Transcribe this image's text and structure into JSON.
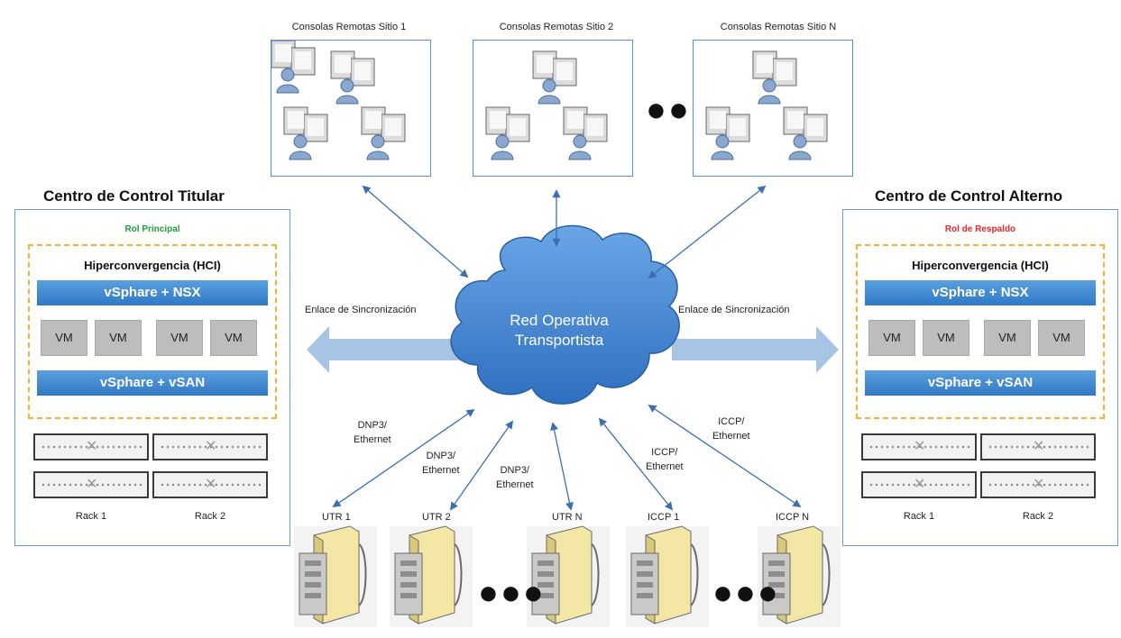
{
  "remote_sites": [
    {
      "label": "Consolas Remotas Sitio 1"
    },
    {
      "label": "Consolas Remotas Sitio 2"
    },
    {
      "label": "Consolas Remotas Sitio N"
    }
  ],
  "cloud": {
    "line1": "Red Operativa",
    "line2": "Transportista"
  },
  "sync_link_label": "Enlace de Sincronización",
  "primary": {
    "title": "Centro de Control Titular",
    "role": "Rol Principal",
    "role_color": "#1e9e3a",
    "hci_title": "Hiperconvergencia (HCI)",
    "top_bar": "vSphare + NSX",
    "vms": [
      "VM",
      "VM",
      "VM",
      "VM"
    ],
    "bottom_bar": "vSphare + vSAN",
    "racks": [
      "Rack 1",
      "Rack 2"
    ]
  },
  "backup": {
    "title": "Centro de Control Alterno",
    "role": "Rol de Respaldo",
    "role_color": "#e3262b",
    "hci_title": "Hiperconvergencia (HCI)",
    "top_bar": "vSphare + NSX",
    "vms": [
      "VM",
      "VM",
      "VM",
      "VM"
    ],
    "bottom_bar": "vSphare + vSAN",
    "racks": [
      "Rack 1",
      "Rack 2"
    ]
  },
  "protocols": [
    {
      "line1": "DNP3/",
      "line2": "Ethernet"
    },
    {
      "line1": "DNP3/",
      "line2": "Ethernet"
    },
    {
      "line1": "DNP3/",
      "line2": "Ethernet"
    },
    {
      "line1": "ICCP/",
      "line2": "Ethernet"
    },
    {
      "line1": "ICCP/",
      "line2": "Ethernet"
    }
  ],
  "devices": [
    {
      "label": "UTR 1"
    },
    {
      "label": "UTR 2"
    },
    {
      "label": "UTR N"
    },
    {
      "label": "ICCP 1"
    },
    {
      "label": "ICCP N"
    }
  ],
  "colors": {
    "accent": "#3b7bc4",
    "arrow": "#a8c4e4",
    "hci_border": "#f2b233"
  }
}
